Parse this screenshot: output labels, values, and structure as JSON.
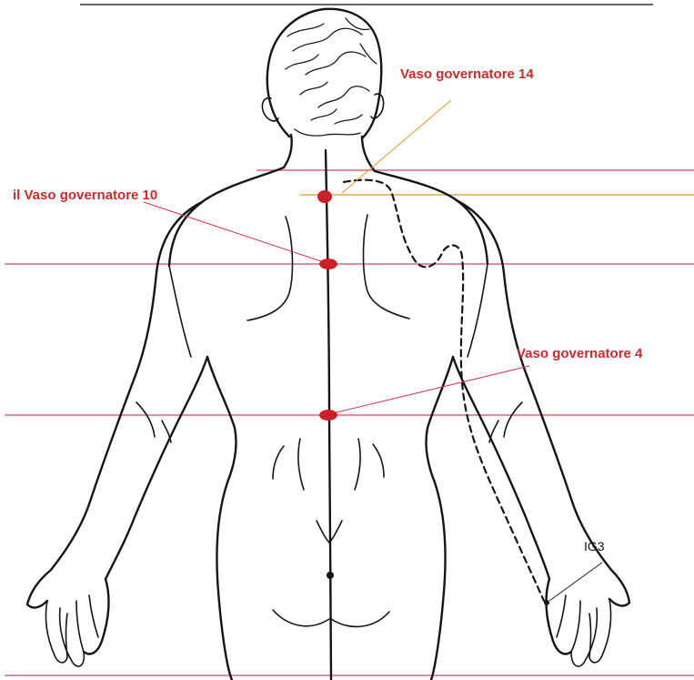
{
  "labels": {
    "gv14": "Vaso governatore 14",
    "gv10": "il Vaso governatore 10",
    "gv4": "Vaso governatore 4",
    "ig3": "IG3"
  },
  "colors": {
    "point": "#cc1f2a",
    "label": "#cc2a2a",
    "guide_line": "#d04a5a",
    "leader_orange": "#e0922a",
    "leader_red": "#cc3a4a",
    "outline": "#151515"
  }
}
